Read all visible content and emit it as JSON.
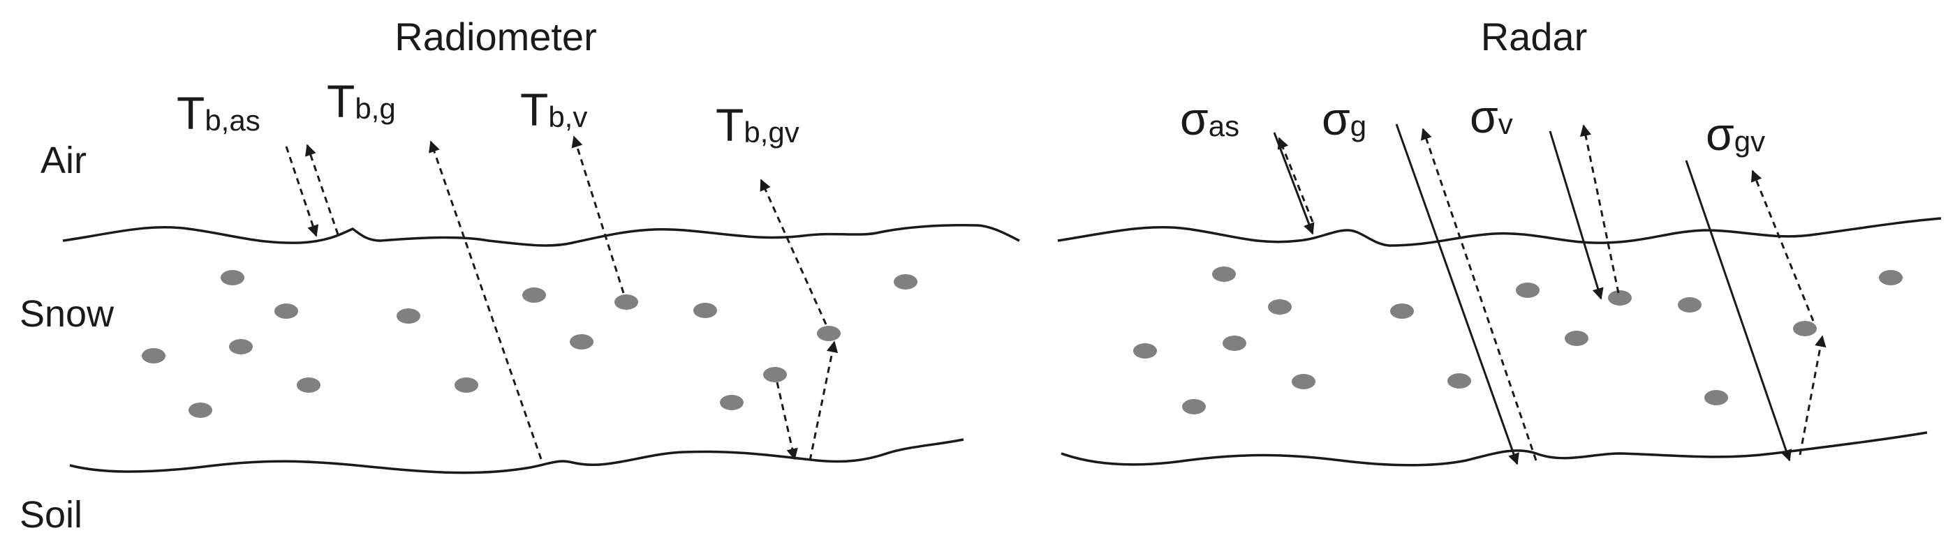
{
  "radiometer": {
    "title": "Radiometer",
    "labels": {
      "tb_as": {
        "main": "T",
        "sub": "b,as"
      },
      "tb_g": {
        "main": "T",
        "sub": "b,g"
      },
      "tb_v": {
        "main": "T",
        "sub": "b,v"
      },
      "tb_gv": {
        "main": "T",
        "sub": "b,gv"
      }
    }
  },
  "radar": {
    "title": "Radar",
    "labels": {
      "sigma_as": {
        "main": "σ",
        "sub": "as"
      },
      "sigma_g": {
        "main": "σ",
        "sub": "g"
      },
      "sigma_v": {
        "main": "σ",
        "sub": "v"
      },
      "sigma_gv": {
        "main": "σ",
        "sub": "gv"
      }
    }
  },
  "layers": {
    "air": "Air",
    "snow": "Snow",
    "soil": "Soil"
  },
  "colors": {
    "ink": "#1a1a1a",
    "grain": "#808080"
  }
}
